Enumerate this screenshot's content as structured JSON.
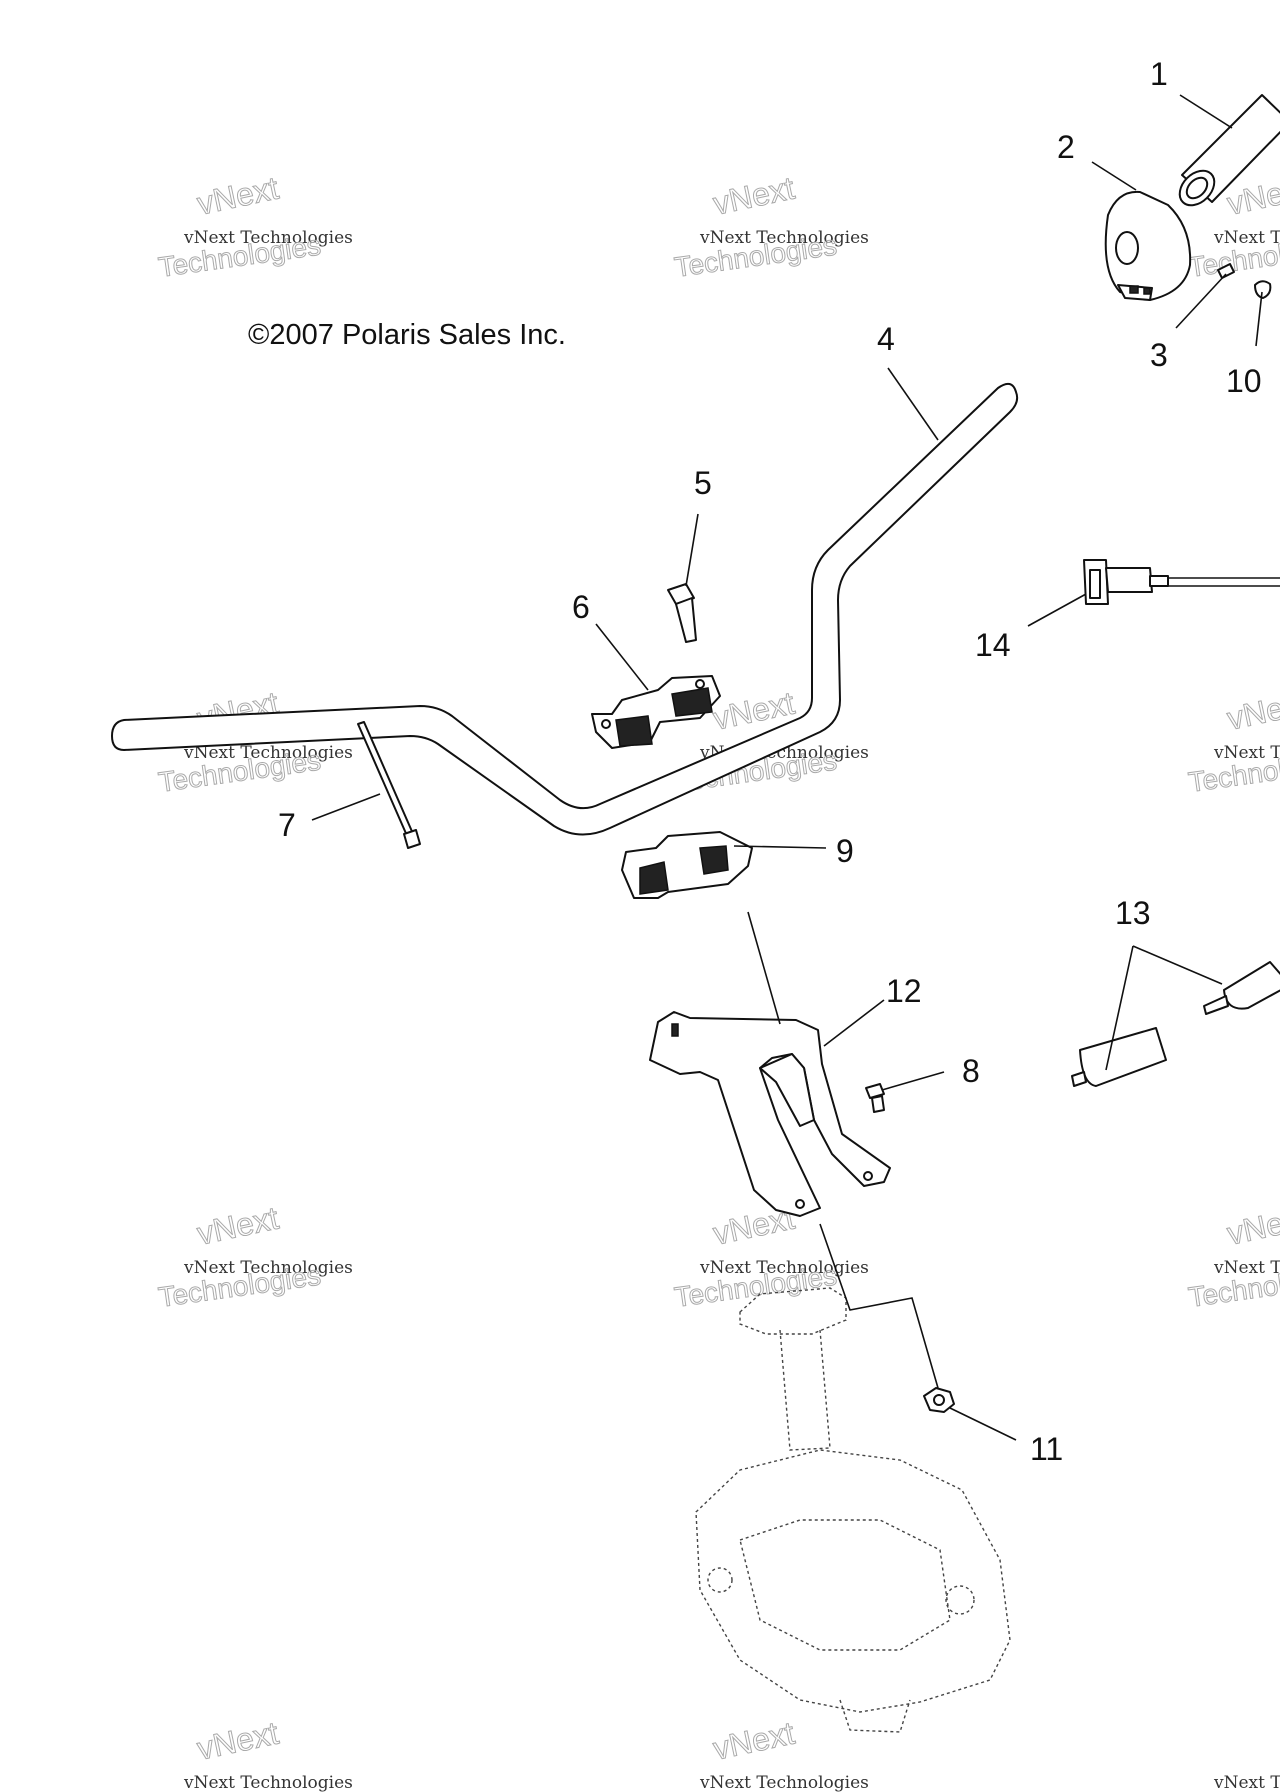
{
  "copyright": "©2007 Polaris Sales Inc.",
  "watermark": {
    "line1": "vNext",
    "line2": "vNext Technologies",
    "line3": "Technologies"
  },
  "callouts": [
    "1",
    "2",
    "3",
    "4",
    "5",
    "6",
    "7",
    "8",
    "9",
    "10",
    "11",
    "12",
    "13",
    "14"
  ]
}
